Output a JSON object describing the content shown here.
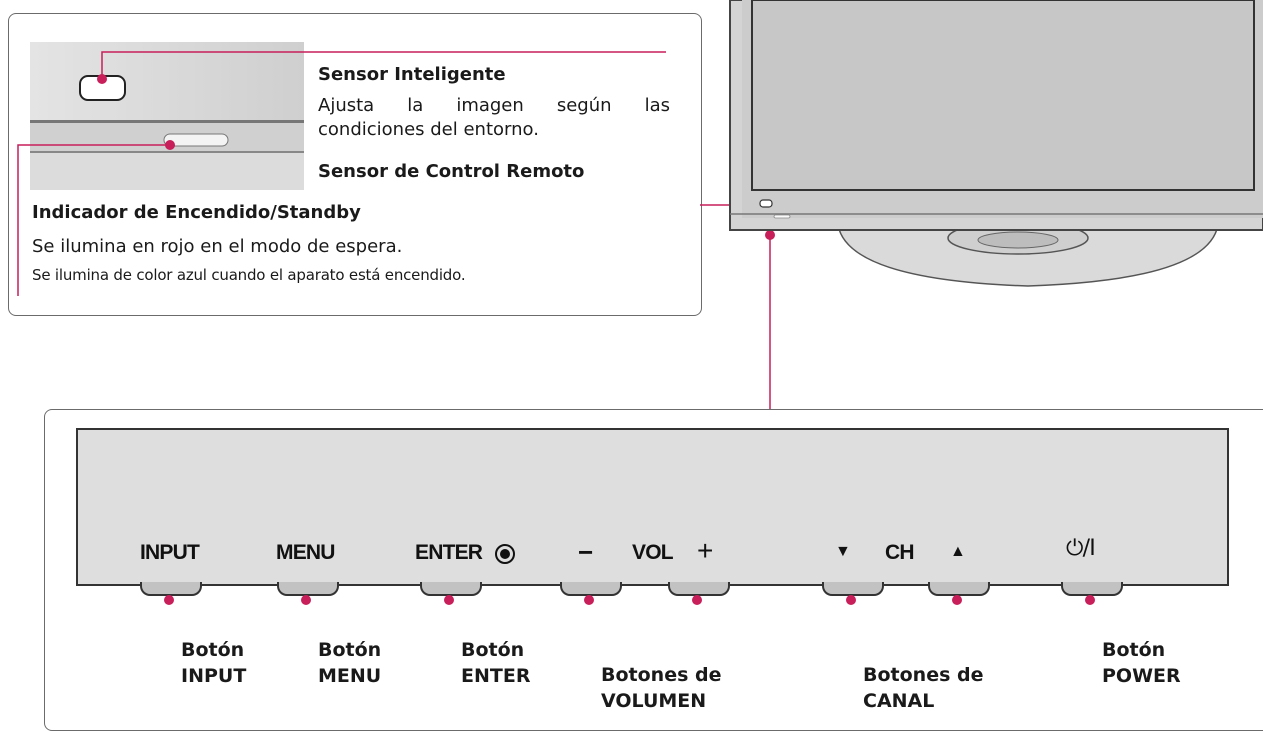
{
  "colors": {
    "callout_line": "#c81e5a",
    "panel_bg": "#dedede",
    "tv_frame": "#cfcfcf"
  },
  "top_callout": {
    "sensor_title": "Sensor Inteligente",
    "sensor_desc_line1": "Ajusta la imagen según las",
    "sensor_desc_line2": "condiciones del entorno.",
    "remote_title": "Sensor de Control Remoto",
    "power_title": "Indicador de Encendido/Standby",
    "power_desc_line1": "Se ilumina en rojo en el modo de espera.",
    "power_desc_line2": "Se ilumina de color azul cuando el aparato está encendido."
  },
  "panel": {
    "keys": {
      "input": "INPUT",
      "menu": "MENU",
      "enter": "ENTER",
      "vol_minus": "−",
      "vol": "VOL",
      "vol_plus": "+",
      "ch_down": "▼",
      "ch": "CH",
      "ch_up": "▲",
      "power": "⏻/I"
    },
    "callouts": {
      "input": [
        "Botón",
        "INPUT"
      ],
      "menu": [
        "Botón",
        "MENU"
      ],
      "enter": [
        "Botón",
        "ENTER"
      ],
      "volume": [
        "Botones de",
        "VOLUMEN"
      ],
      "canal": [
        "Botones de",
        "CANAL"
      ],
      "power": [
        "Botón",
        "POWER"
      ]
    }
  }
}
